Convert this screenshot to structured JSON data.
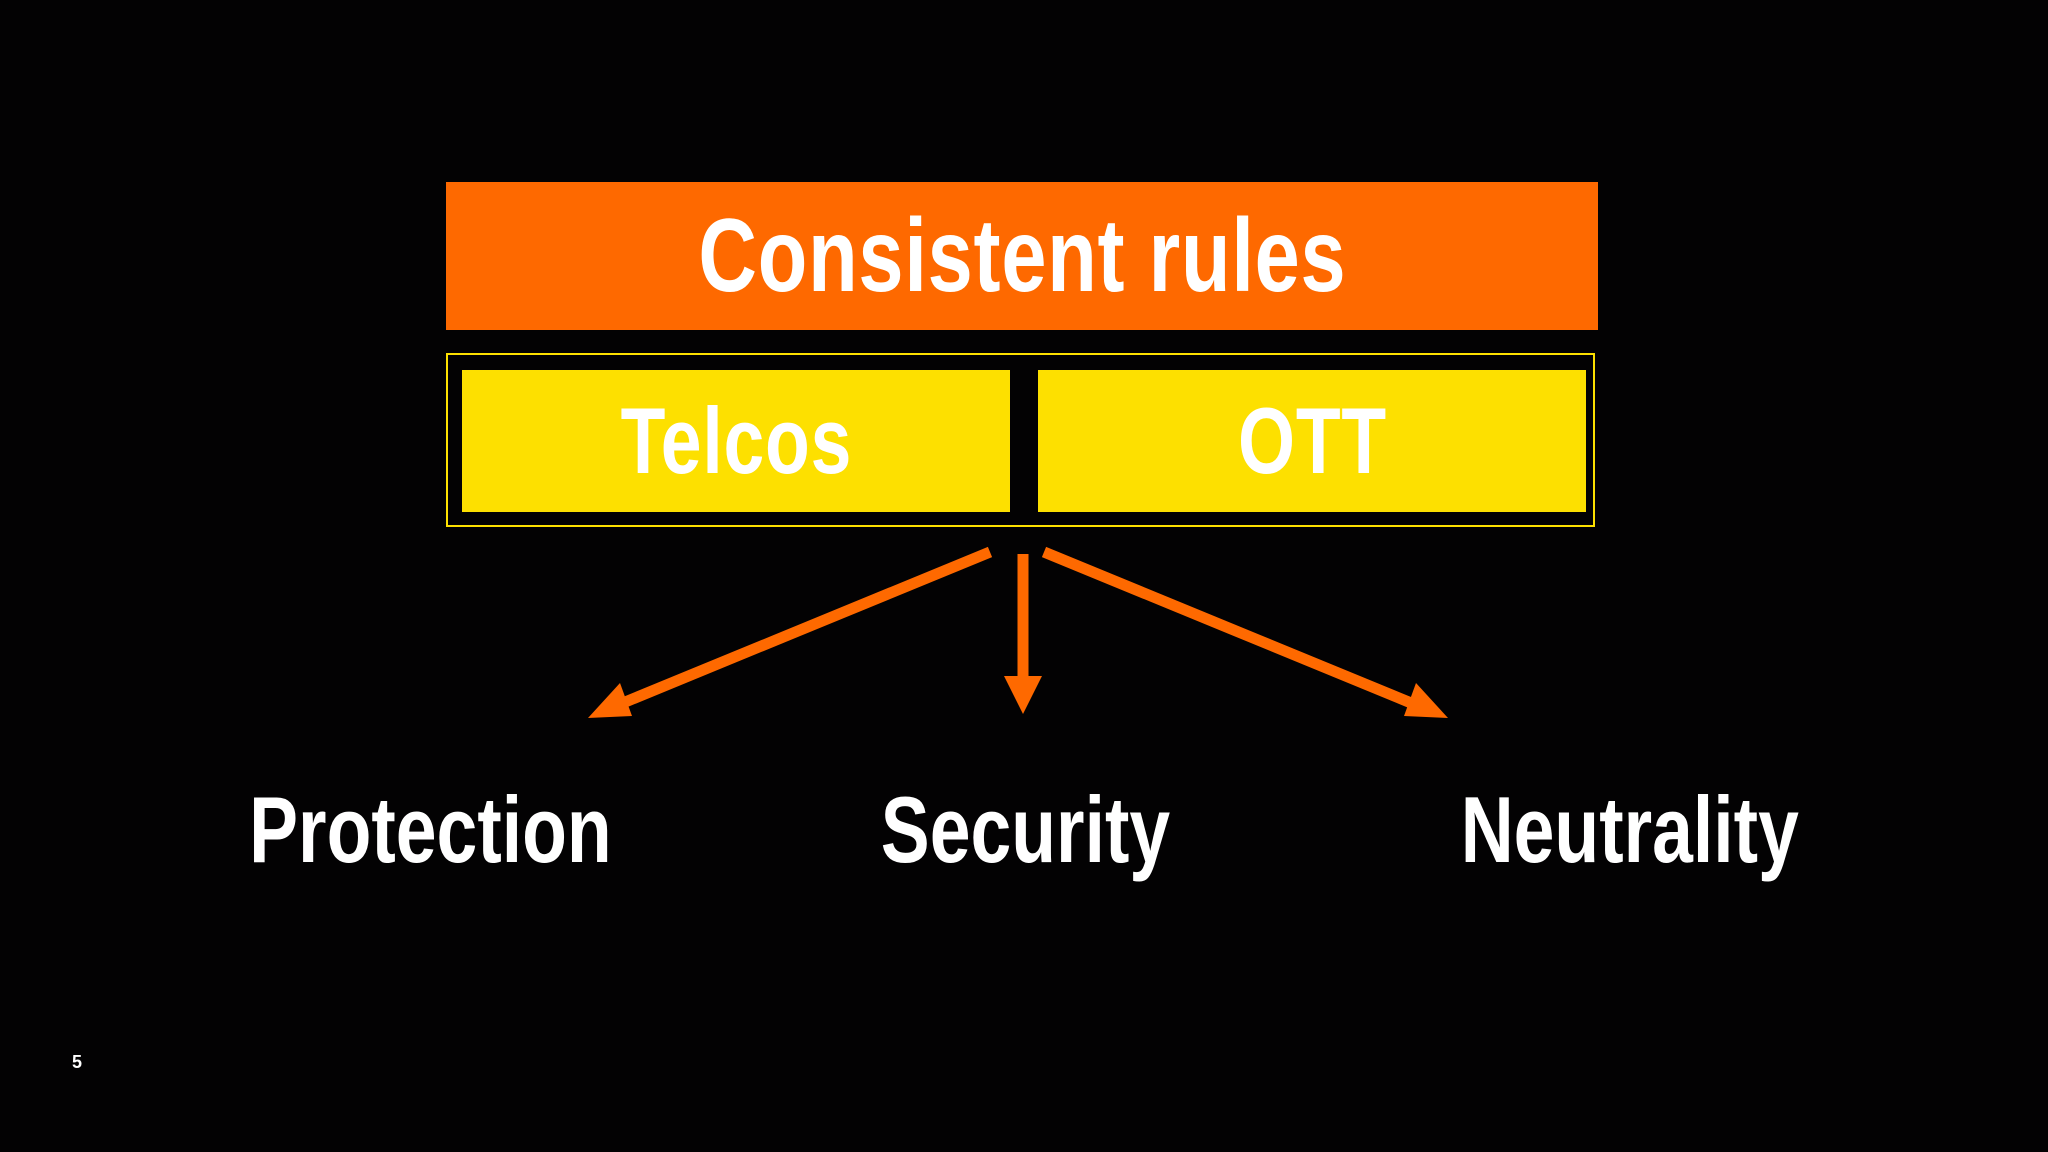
{
  "banner": {
    "text": "Consistent rules"
  },
  "boxes": [
    {
      "text": "Telcos"
    },
    {
      "text": "OTT"
    }
  ],
  "labels": [
    {
      "text": "Protection"
    },
    {
      "text": "Security"
    },
    {
      "text": "Neutrality"
    }
  ],
  "page_number": "5",
  "colors": {
    "background": "#030203",
    "orange": "#fe6900",
    "yellow": "#fde000",
    "text": "#ffffff"
  }
}
